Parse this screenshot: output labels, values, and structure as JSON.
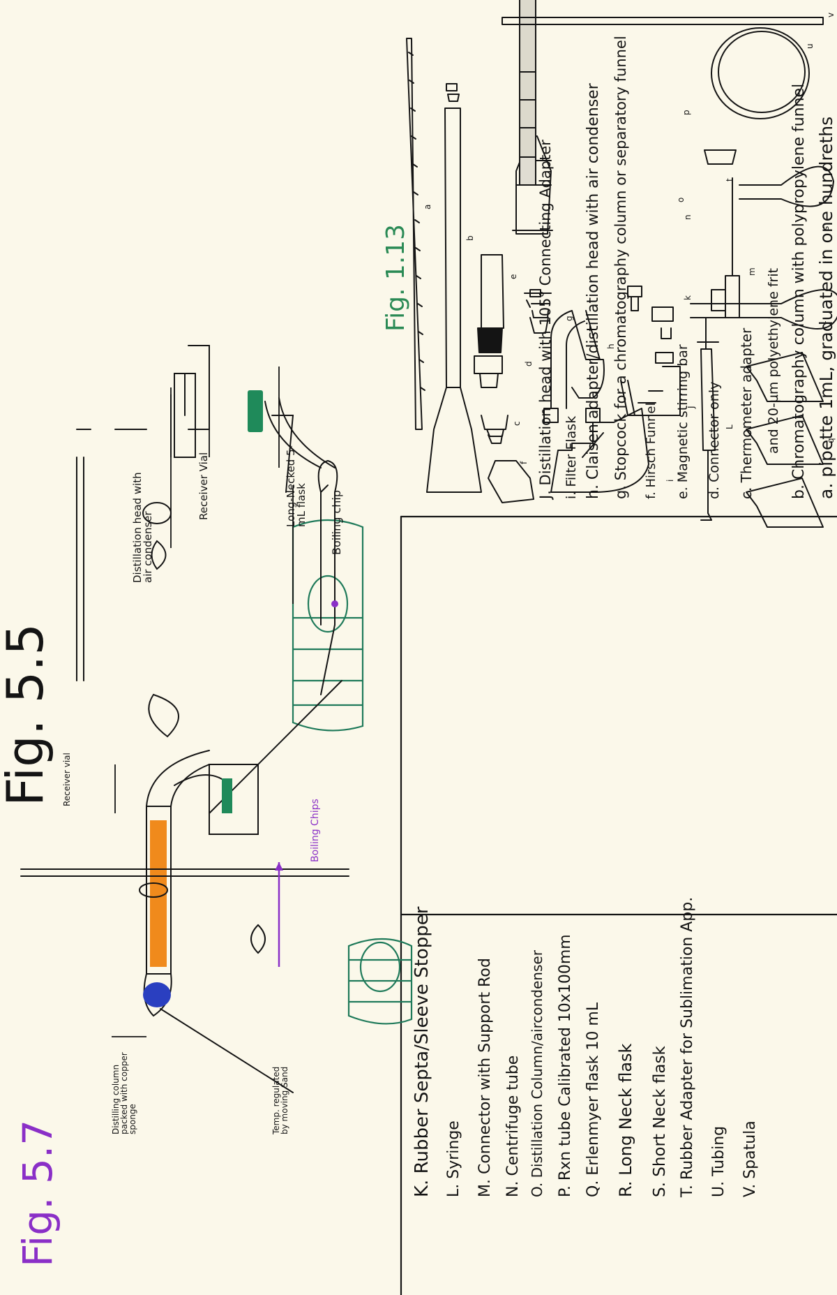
{
  "figures": {
    "fig_1_13": {
      "title": "Fig. 1.13",
      "legend": [
        "a. pipette 1mL, graduated in one hundreths",
        "b. Chromatography column with polypropylene funnel",
        "and 20-µm polyethylene frit",
        "c. Thermometer adapter",
        "d. Connector only",
        "e. Magnetic stirring bar",
        "f. Hirsch Funnel",
        "g. Stopcock for a chromatography column or separatory funnel",
        "h. Claisen adapter/distillation head with air condenser",
        "i. Filter Flask",
        "J. Distillation head with 105° Connecting Adapter"
      ],
      "legend2": [
        "K. Rubber Septa/Sleeve Stopper",
        "L. Syringe",
        "M. Connector with Support Rod",
        "N. Centrifuge tube",
        "O. Distillation Column/aircondenser",
        "P. Rxn tube Calibrated 10x100mm",
        "Q. Erlenmyer flask 10 mL",
        "R. Long Neck flask",
        "S. Short Neck flask",
        "T. Rubber Adapter for Sublimation App.",
        "U. Tubing",
        "V. Spatula"
      ],
      "item_labels": [
        "a",
        "b",
        "c",
        "d",
        "e",
        "f",
        "g",
        "h",
        "i",
        "J",
        "k",
        "L",
        "m",
        "n",
        "o",
        "p",
        "q",
        "r",
        "s",
        "t",
        "u",
        "v"
      ]
    },
    "fig_5_5": {
      "title": "Fig. 5.5",
      "labels": {
        "distillation_head": "Distillation head with air condenser",
        "receiver_vial": "Receiver Vial",
        "long_necked_flask": "Long-Necked 5-mL flask",
        "boiling_chip": "Boiling chip"
      }
    },
    "fig_5_7": {
      "title": "Fig. 5.7",
      "labels": {
        "receiver_vial": "Receiver vial",
        "boiling_chips": "Boiling Chips",
        "distilling_column": "Distilling column packed with copper sponge",
        "temp": "Temp. regulated by moving Sand"
      }
    }
  },
  "colors": {
    "ink": "#141414",
    "sand_bath": "#1f7a5a",
    "heading_green": "#2a8a55",
    "heading_purple": "#8a2fc7",
    "packing_orange": "#f08a1c",
    "liquid_green": "#1f8a5a",
    "liquid_blue": "#2a3fc0"
  }
}
